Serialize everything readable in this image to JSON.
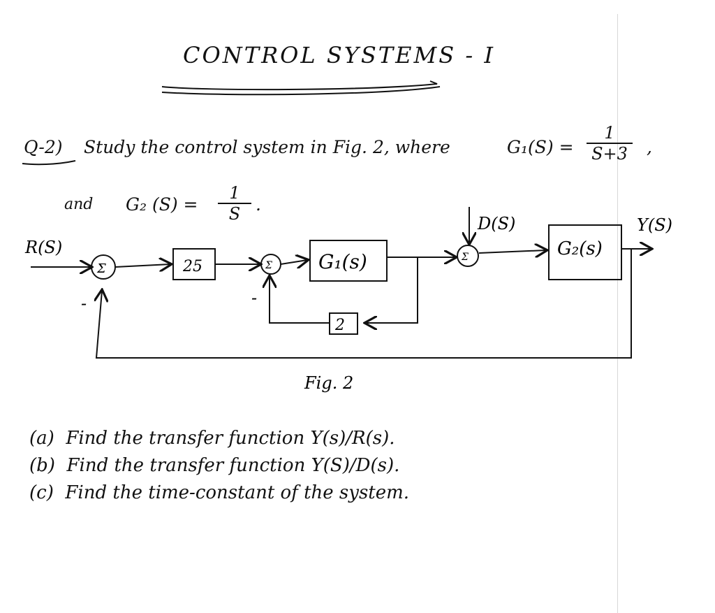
{
  "title": "CONTROL SYSTEMS - I",
  "question": {
    "number": "Q-2)",
    "intro": "Study the control system in Fig. 2, where",
    "g1_label": "G₁(S) =",
    "g1_num": "1",
    "g1_den": "S+3",
    "comma": ",",
    "and_text": "and",
    "g2_label": "G₂ (S) =",
    "g2_num": "1",
    "g2_den": "S",
    "period": "."
  },
  "diagram": {
    "input_label": "R(S)",
    "output_label": "Y(S)",
    "disturbance_label": "D(S)",
    "sum1_symbol": "Σ",
    "sum2_symbol": "Σ",
    "sum3_symbol": "Σ",
    "sum1_minus": "-",
    "sum2_minus": "-",
    "gain_block": "25",
    "g1_block": "G₁(s)",
    "g2_block": "G₂(s)",
    "feedback_block": "2",
    "caption": "Fig. 2"
  },
  "parts": [
    {
      "label": "(a)",
      "text": "Find the transfer function Y(s)/R(s)."
    },
    {
      "label": "(b)",
      "text": "Find the transfer function Y(S)/D(s)."
    },
    {
      "label": "(c)",
      "text": "Find the time-constant of the system."
    }
  ]
}
